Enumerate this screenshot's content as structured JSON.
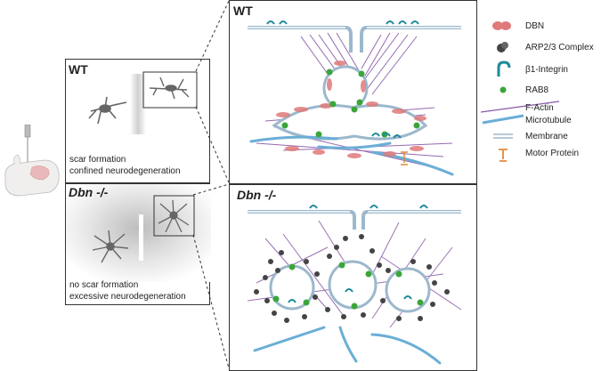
{
  "left_panels": {
    "wt": {
      "title": "WT",
      "caption_line1": "scar formation",
      "caption_line2": "confined neurodegeneration"
    },
    "ko": {
      "title": "Dbn -/-",
      "caption_line1": "no scar formation",
      "caption_line2": "excessive neurodegeneration"
    }
  },
  "right_panels": {
    "wt": {
      "title": "WT"
    },
    "ko": {
      "title": "Dbn -/-"
    }
  },
  "legend": [
    {
      "label": "DBN",
      "icon": "dbn-icon",
      "color": "#e07a7a"
    },
    {
      "label": "ARP2/3 Complex",
      "icon": "arp23-icon",
      "color": "#444444"
    },
    {
      "label": "β1-Integrin",
      "icon": "integrin-icon",
      "color": "#1e8a9a"
    },
    {
      "label": "RAB8",
      "icon": "rab8-icon",
      "color": "#3aa63a"
    },
    {
      "label": "F-Actin",
      "icon": "factin-icon",
      "color": "#8a5aa8"
    },
    {
      "label": "Microtubule",
      "icon": "microtubule-icon",
      "color": "#6aaed6"
    },
    {
      "label": "Membrane",
      "icon": "membrane-icon",
      "color": "#9cb8cc"
    },
    {
      "label": "Motor Protein",
      "icon": "motor-icon",
      "color": "#e08a3a"
    }
  ]
}
